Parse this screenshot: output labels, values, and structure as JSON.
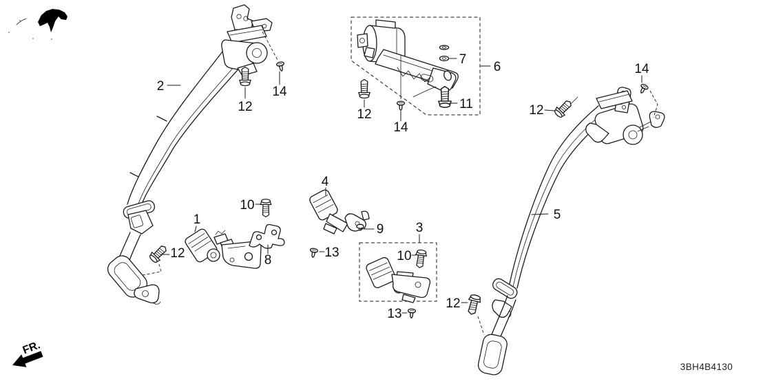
{
  "diagram": {
    "part_code": "3BH4B4130",
    "orientation_label": "FR.",
    "colors": {
      "line": "#1a1a1a",
      "label": "#111111",
      "background": "#ffffff"
    },
    "icons": {
      "brand_mark": "animal-silhouette-stamp",
      "fr_arrow": "front-direction-arrow"
    },
    "callouts": [
      {
        "label": "2"
      },
      {
        "label": "12"
      },
      {
        "label": "14"
      },
      {
        "label": "12"
      },
      {
        "label": "14"
      },
      {
        "label": "11"
      },
      {
        "label": "7"
      },
      {
        "label": "6"
      },
      {
        "label": "14"
      },
      {
        "label": "12"
      },
      {
        "label": "5"
      },
      {
        "label": "1"
      },
      {
        "label": "12"
      },
      {
        "label": "8"
      },
      {
        "label": "10"
      },
      {
        "label": "4"
      },
      {
        "label": "9"
      },
      {
        "label": "3"
      },
      {
        "label": "10"
      },
      {
        "label": "13"
      },
      {
        "label": "12"
      },
      {
        "label": "13"
      }
    ]
  }
}
